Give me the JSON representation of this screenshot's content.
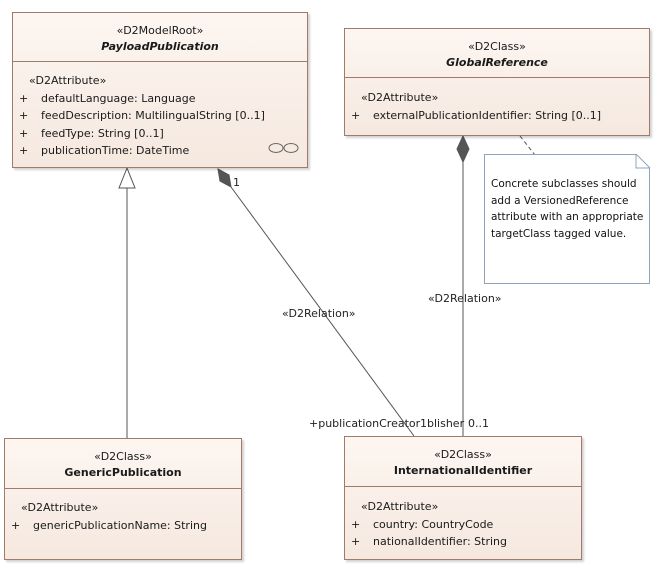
{
  "classes": {
    "payload_publication": {
      "stereotype": "«D2ModelRoot»",
      "name": "PayloadPublication",
      "attr_stereotype": "«D2Attribute»",
      "attributes": [
        {
          "vis": "+",
          "text": "defaultLanguage: Language"
        },
        {
          "vis": "+",
          "text": "feedDescription: MultilingualString [0..1]"
        },
        {
          "vis": "+",
          "text": "feedType: String [0..1]"
        },
        {
          "vis": "+",
          "text": "publicationTime: DateTime"
        }
      ]
    },
    "global_reference": {
      "stereotype": "«D2Class»",
      "name": "GlobalReference",
      "attr_stereotype": "«D2Attribute»",
      "attributes": [
        {
          "vis": "+",
          "text": "externalPublicationIdentifier: String [0..1]"
        }
      ]
    },
    "generic_publication": {
      "stereotype": "«D2Class»",
      "name": "GenericPublication",
      "attr_stereotype": "«D2Attribute»",
      "attributes": [
        {
          "vis": "+",
          "text": "genericPublicationName: String"
        }
      ]
    },
    "international_identifier": {
      "stereotype": "«D2Class»",
      "name": "InternationalIdentifier",
      "attr_stereotype": "«D2Attribute»",
      "attributes": [
        {
          "vis": "+",
          "text": "country: CountryCode"
        },
        {
          "vis": "+",
          "text": "nationalIdentifier: String"
        }
      ]
    }
  },
  "note": {
    "text": "Concrete subclasses should add a VersionedReference attribute with an appropriate targetClass tagged value."
  },
  "relations": {
    "publication_creator": {
      "stereotype": "«D2Relation»",
      "source_multiplicity": "1",
      "target_role": "+publicationCreator",
      "target_multiplicity": "1"
    },
    "global_reference_link": {
      "stereotype": "«D2Relation»",
      "target_role": "blisher",
      "target_multiplicity": "0..1"
    }
  },
  "icons": {
    "abstract_marker": "link-rings-icon"
  },
  "colors": {
    "class_fill": "#f5e8df",
    "class_border": "#a07a6a",
    "note_border": "#8fa4b8",
    "line": "#555555"
  }
}
